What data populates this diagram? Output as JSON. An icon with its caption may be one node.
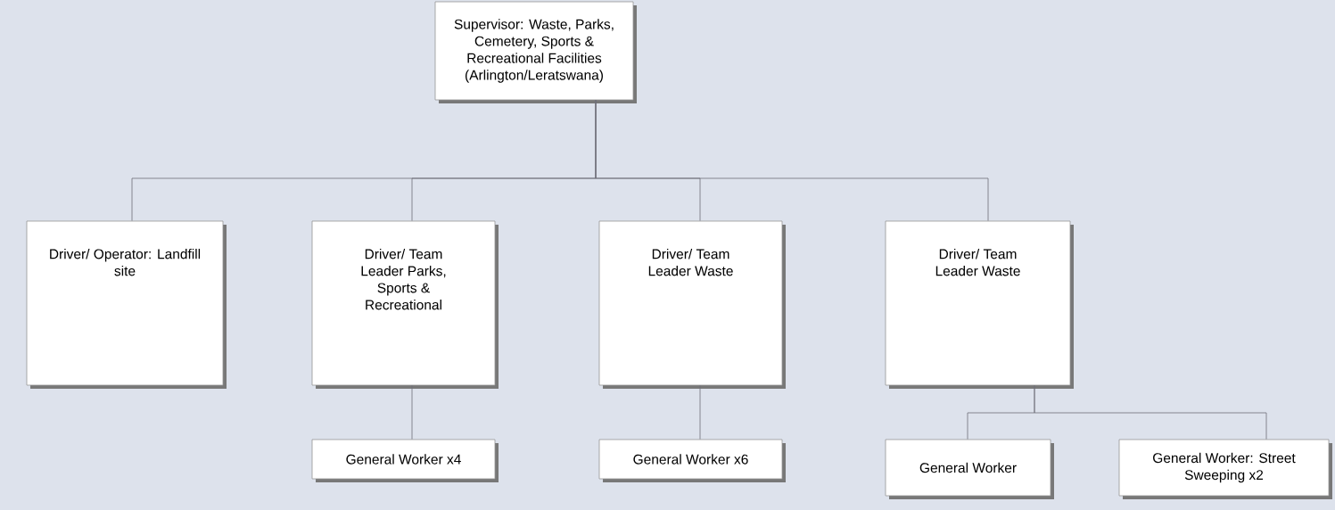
{
  "diagram": {
    "nodes": [
      {
        "text": [
          "Supervisor: Waste, Parks, Cemetery, Sports & Recreational Facilities (Arlington/Leratswana)"
        ]
      },
      {
        "text": [
          "Driver/ Operator: Landfill site"
        ]
      },
      {
        "text": [
          "Driver/ Team Leader Parks, Sports & Recreational"
        ]
      },
      {
        "text": [
          "Driver/ Team Leader Waste"
        ]
      },
      {
        "text": [
          "Driver/ Team Leader Waste"
        ]
      },
      {
        "text": [
          "General Worker x4"
        ]
      },
      {
        "text": [
          "General Worker x6"
        ]
      },
      {
        "text": [
          "General Worker"
        ]
      },
      {
        "text": [
          "General Worker: Street Sweeping x2"
        ]
      }
    ],
    "edges": [
      {
        "from": 0,
        "to": 1,
        "arrow": "none"
      },
      {
        "from": 0,
        "to": 2,
        "arrow": "none"
      },
      {
        "from": 0,
        "to": 3,
        "arrow": "none"
      },
      {
        "from": 0,
        "to": 4,
        "arrow": "none"
      },
      {
        "from": 2,
        "to": 5,
        "arrow": "none"
      },
      {
        "from": 3,
        "to": 6,
        "arrow": "none"
      },
      {
        "from": 4,
        "to": 7,
        "arrow": "none"
      },
      {
        "from": 4,
        "to": 8,
        "arrow": "none"
      }
    ]
  }
}
